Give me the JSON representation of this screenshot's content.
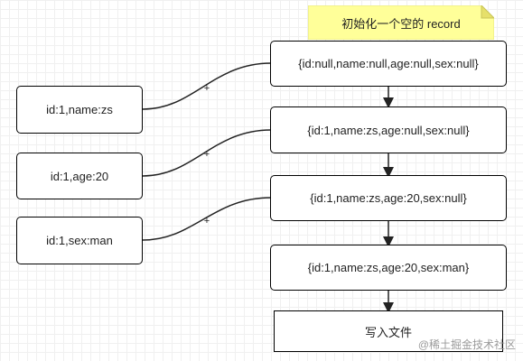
{
  "note": "初始化一个空的 record",
  "inputs": [
    {
      "label": "id:1,name:zs"
    },
    {
      "label": "id:1,age:20"
    },
    {
      "label": "id:1,sex:man"
    }
  ],
  "records": [
    {
      "label": "{id:null,name:null,age:null,sex:null}"
    },
    {
      "label": "{id:1,name:zs,age:null,sex:null}"
    },
    {
      "label": "{id:1,name:zs,age:20,sex:null}"
    },
    {
      "label": "{id:1,name:zs,age:20,sex:man}"
    }
  ],
  "connector_symbol": "+",
  "final_step": "写入文件",
  "watermark": "@稀土掘金技术社区"
}
